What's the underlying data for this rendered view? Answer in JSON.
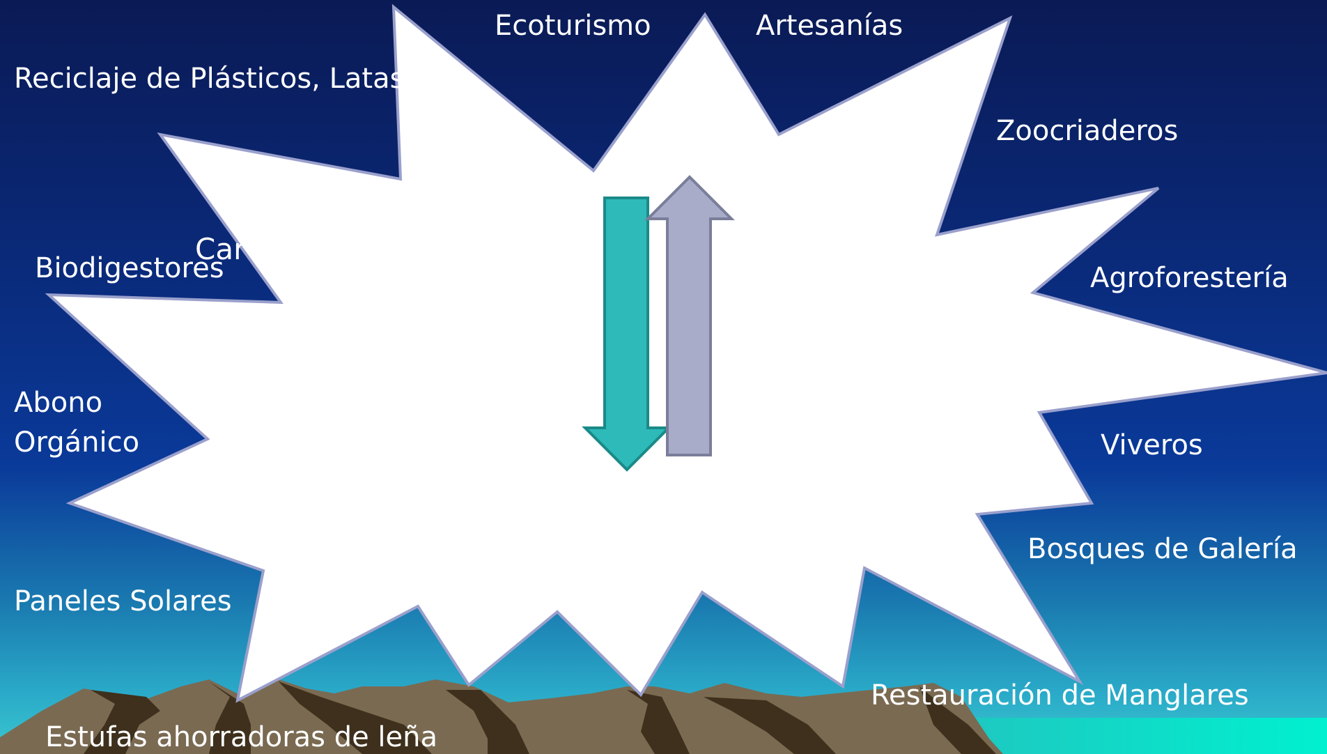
{
  "labels": {
    "ecoturismo": "Ecoturismo",
    "artesanias": "Artesanías",
    "reciclaje": "Reciclaje de Plásticos, Latas",
    "zoocriaderos": "Zoocriaderos",
    "biodigestores": "Biodigestores",
    "hidden_partial": "Car",
    "agroforesteria": "Agroforestería",
    "abono": "Abono\nOrgánico",
    "viveros": "Viveros",
    "bosques": "Bosques de Galería",
    "paneles": "Paneles Solares",
    "manglares": "Restauración de Manglares",
    "estufas": "Estufas ahorradoras de leña"
  },
  "colors": {
    "burst_fill": "#ffffff",
    "burst_stroke": "#9aa0cc",
    "arrow_down_fill": "#2ebab8",
    "arrow_down_stroke": "#1a8a88",
    "arrow_up_fill": "#a8acc8",
    "arrow_up_stroke": "#7a7e9a",
    "mountain": "#7a6a52",
    "mountain_shadow": "#3e301c",
    "sea_accent": "#00f0d0"
  },
  "icons": {
    "arrow_down": "arrow-down-icon",
    "arrow_up": "arrow-up-icon",
    "burst": "explosion-burst-shape",
    "mountains": "mountain-range"
  }
}
